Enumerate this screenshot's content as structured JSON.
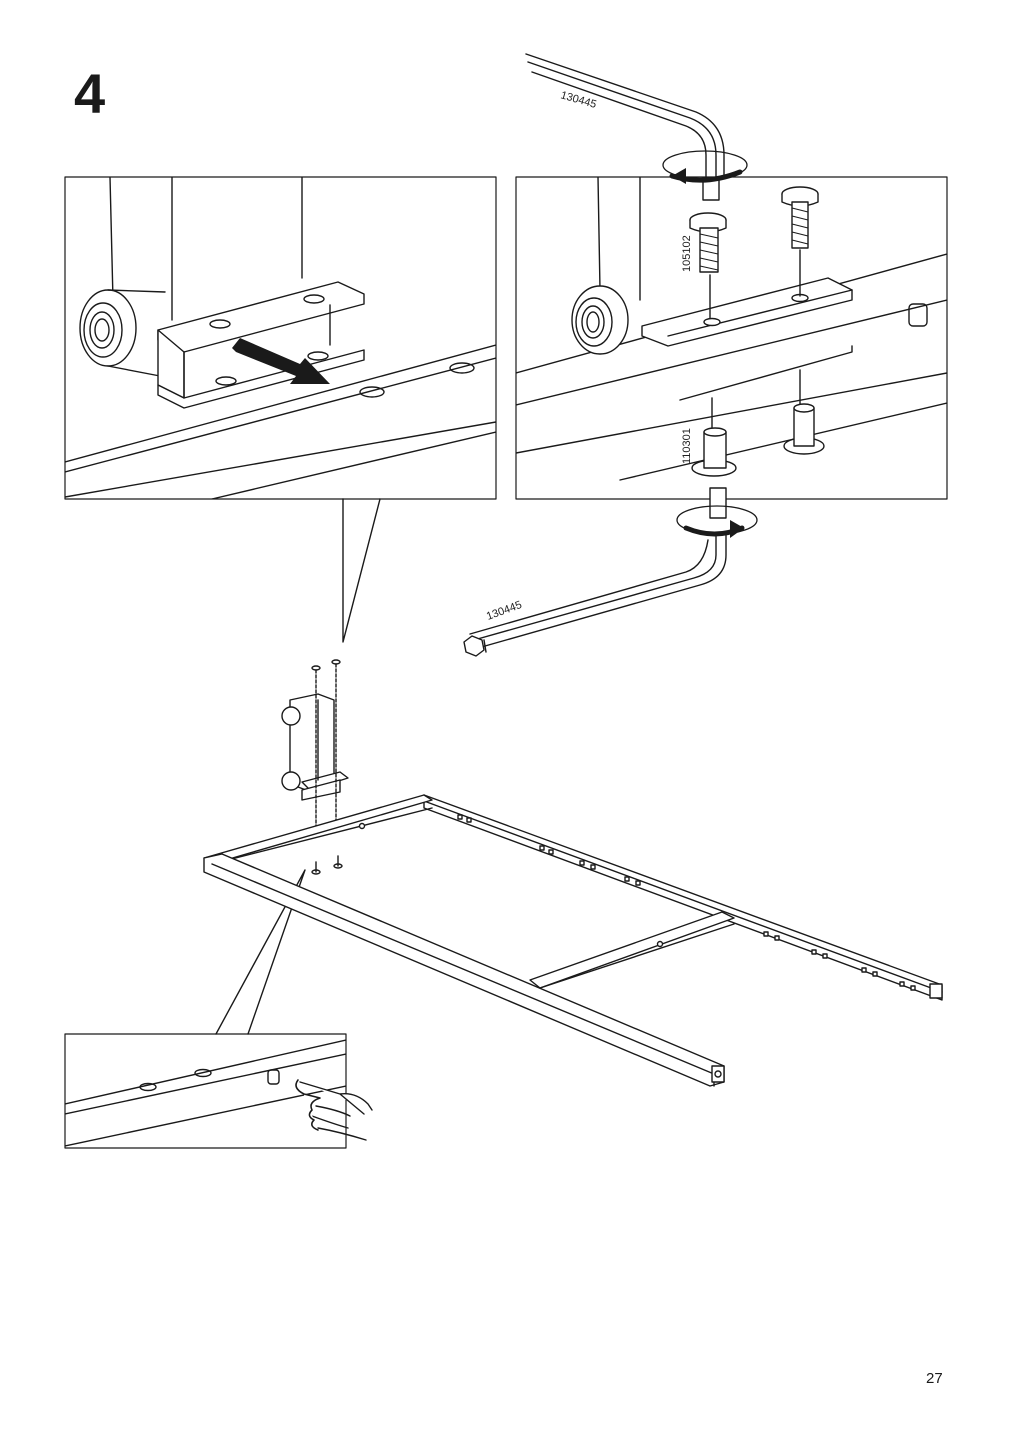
{
  "page": {
    "step_number": "4",
    "page_number": "27"
  },
  "parts": {
    "allen_key_top": "130445",
    "allen_key_bottom": "130445",
    "bolt": "105102",
    "barrel_nut": "110301"
  }
}
